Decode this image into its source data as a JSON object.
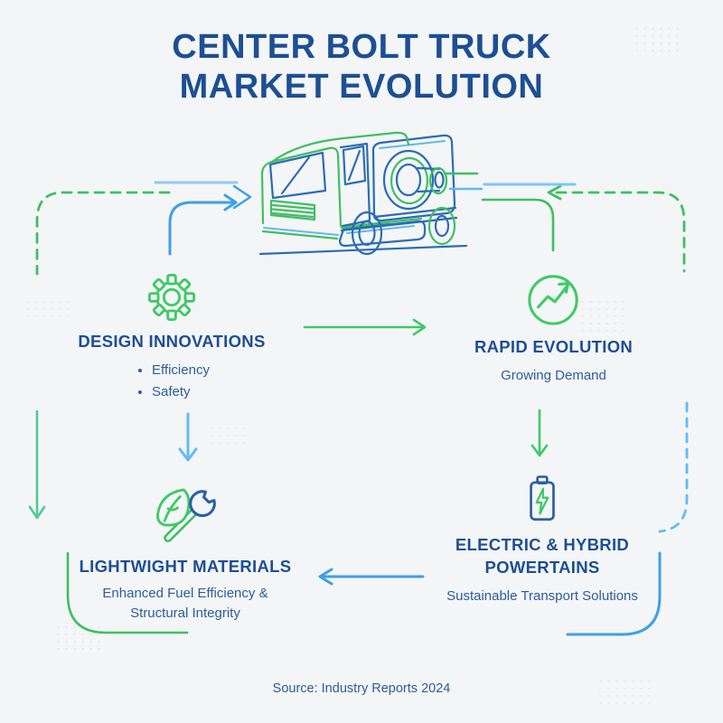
{
  "title": {
    "line1": "CENTER BOLT TRUCK",
    "line2": "MARKET EVOLUTION"
  },
  "hero": {
    "icon": "truck-line-art"
  },
  "nodes": [
    {
      "icon": "gear",
      "title": "DESIGN INNOVATIONS",
      "bullets": [
        "Efficiency",
        "Safety"
      ]
    },
    {
      "icon": "growth-circle",
      "title": "RAPID EVOLUTION",
      "subtitle": "Growing Demand"
    },
    {
      "icon": "battery-charging",
      "title_line1": "ELECTRIC & HYBRID",
      "title_line2": "POWERTAINS",
      "subtitle": "Sustainable Transport Solutions"
    },
    {
      "icon": "leaf-and-wrench",
      "title": "LIGHTWIGHT MATERIALS",
      "subtitle_line1": "Enhanced Fuel Efficiency &",
      "subtitle_line2": "Structural Integrity"
    }
  ],
  "footer": {
    "source_label": "Source: Industry Reports 2024"
  },
  "colors": {
    "heading_blue": "#1c4f94",
    "body_blue": "#2b5d9e",
    "green": "#3fbf63",
    "bright_green": "#3fca68",
    "teal_green": "#4ecb97",
    "sky_blue": "#5fbdf6",
    "medium_blue": "#3ea0e8",
    "truck_blue": "#2a6db5",
    "background": "#f4f5f6"
  }
}
